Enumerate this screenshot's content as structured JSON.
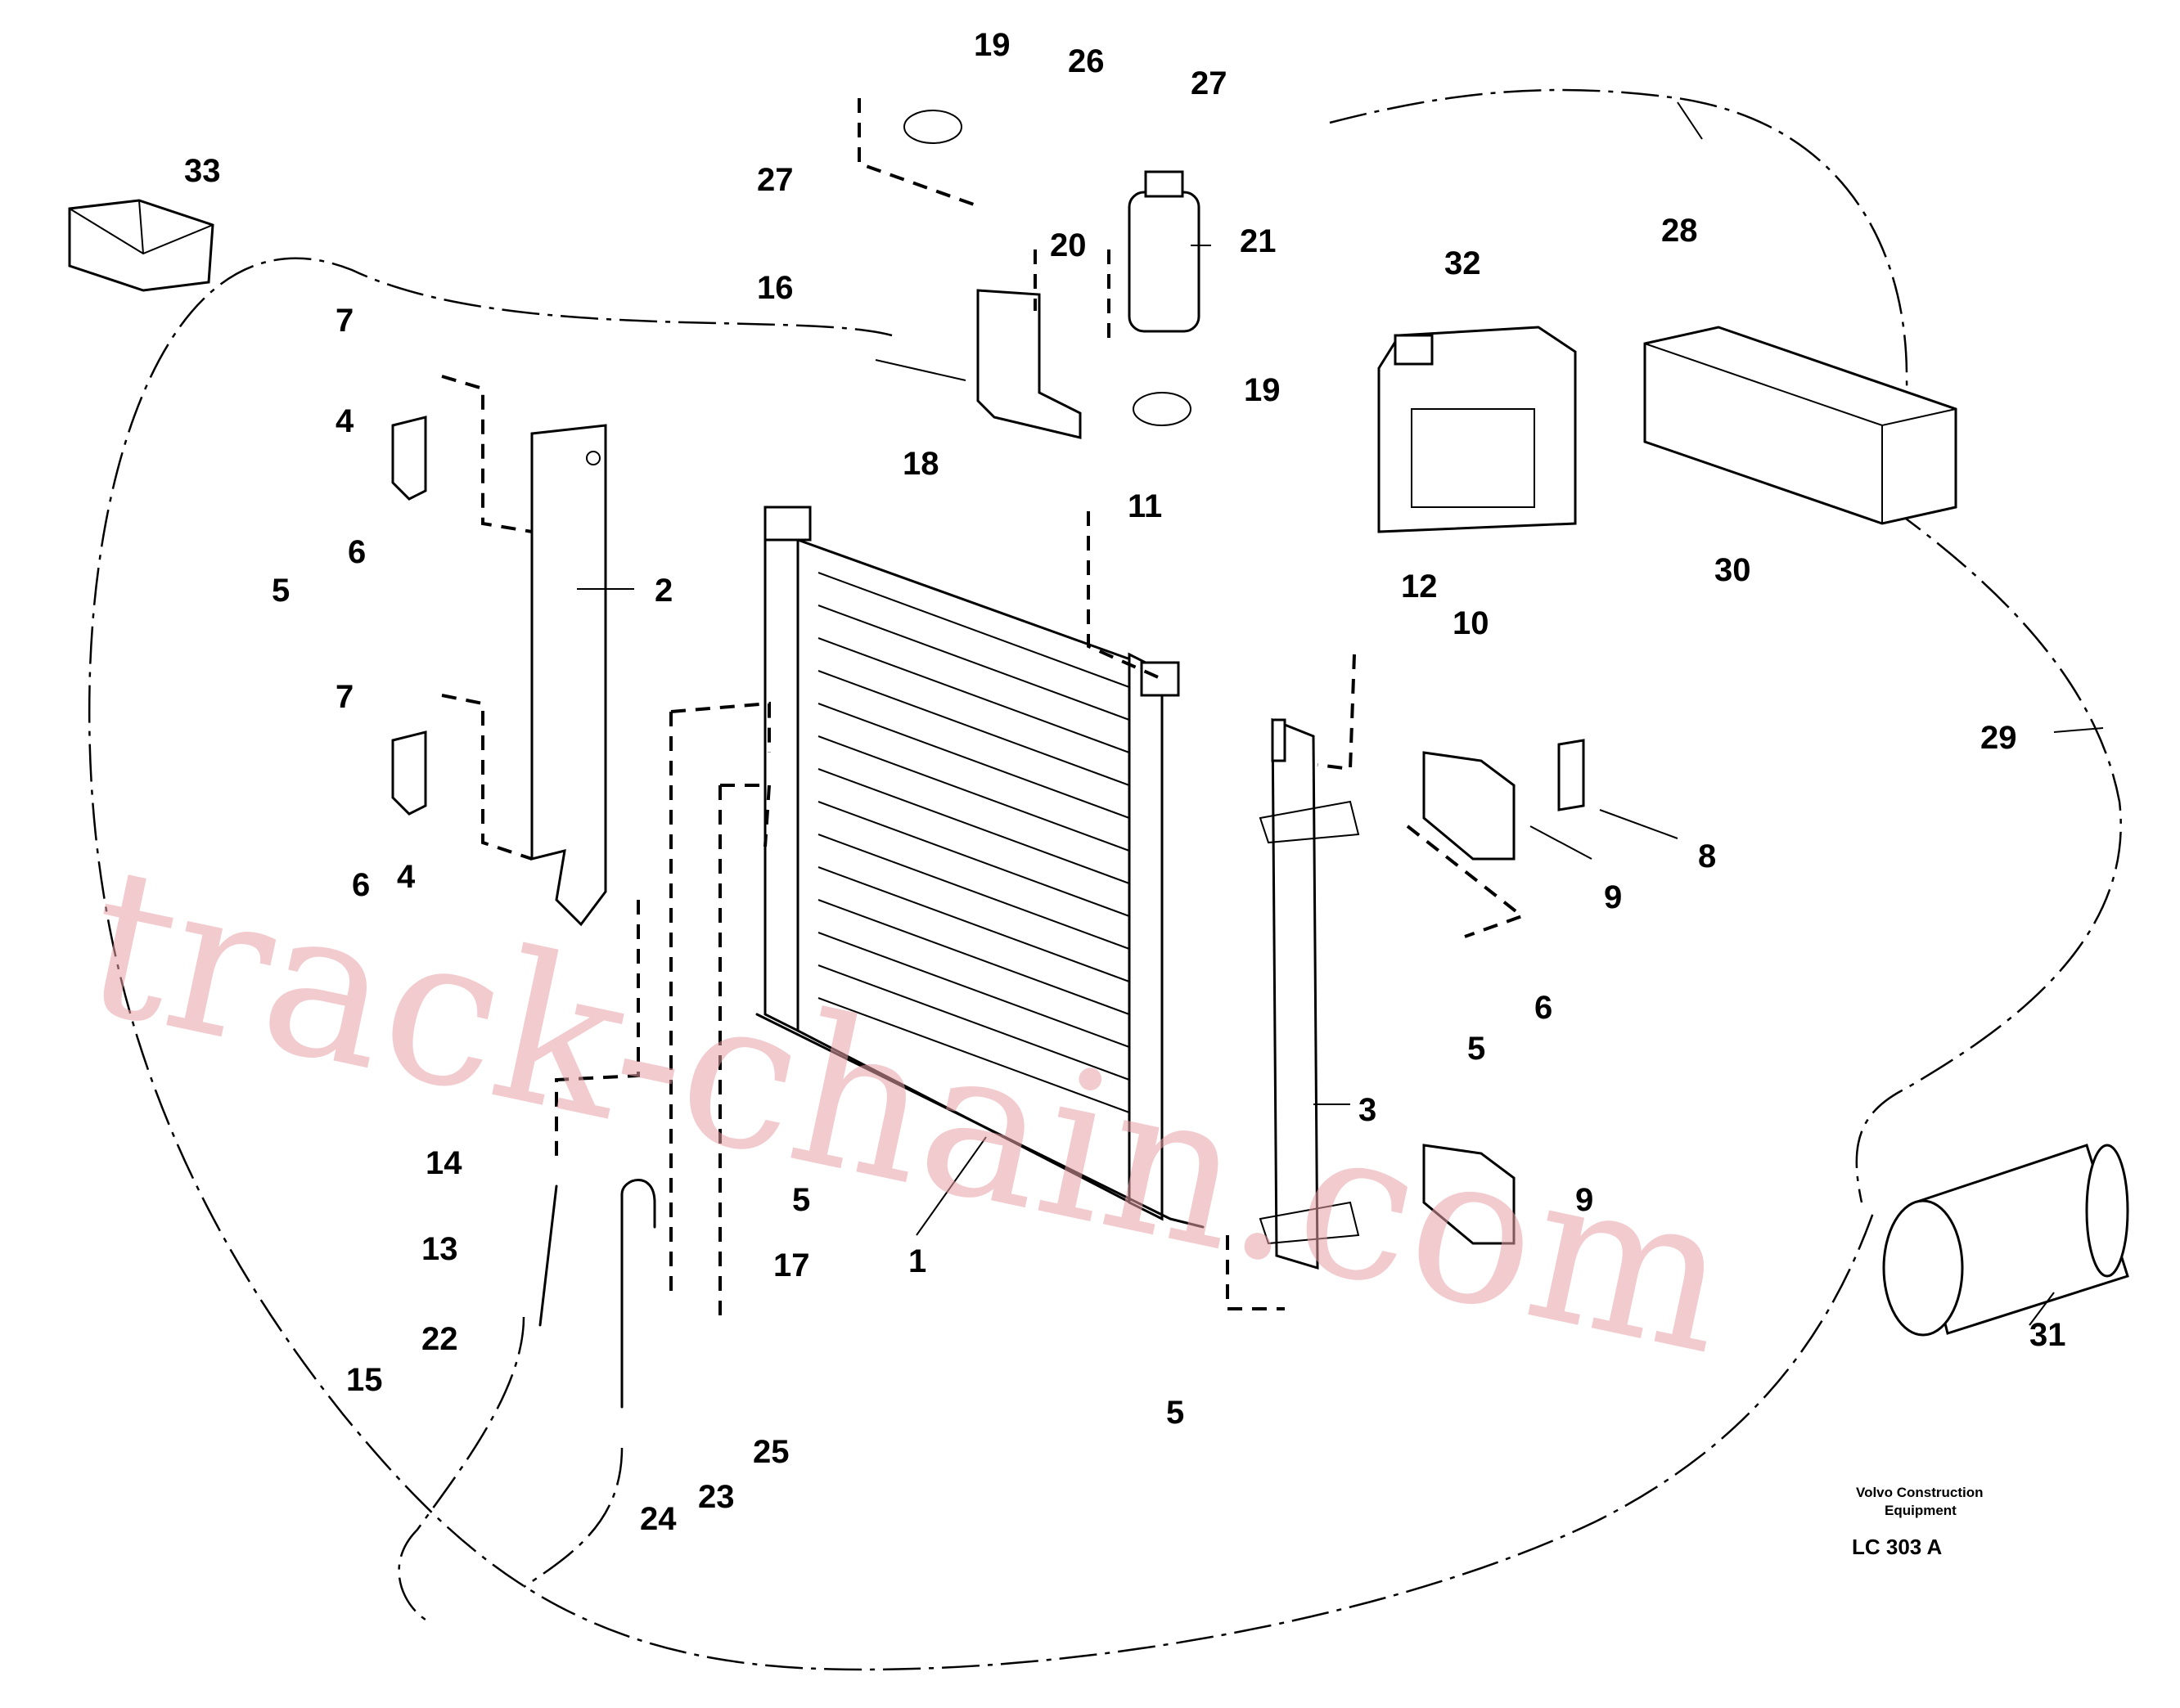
{
  "diagram": {
    "callouts": [
      "1",
      "2",
      "3",
      "4",
      "5",
      "6",
      "7",
      "8",
      "9",
      "10",
      "11",
      "12",
      "13",
      "14",
      "15",
      "16",
      "17",
      "18",
      "19",
      "20",
      "21",
      "22",
      "23",
      "24",
      "25",
      "26",
      "27",
      "28",
      "29",
      "30",
      "31",
      "32",
      "33"
    ],
    "caption": {
      "brand_line1": "Volvo Construction",
      "brand_line2": "Equipment",
      "code": "LC 303  A"
    },
    "watermark": "track-chain.com"
  }
}
